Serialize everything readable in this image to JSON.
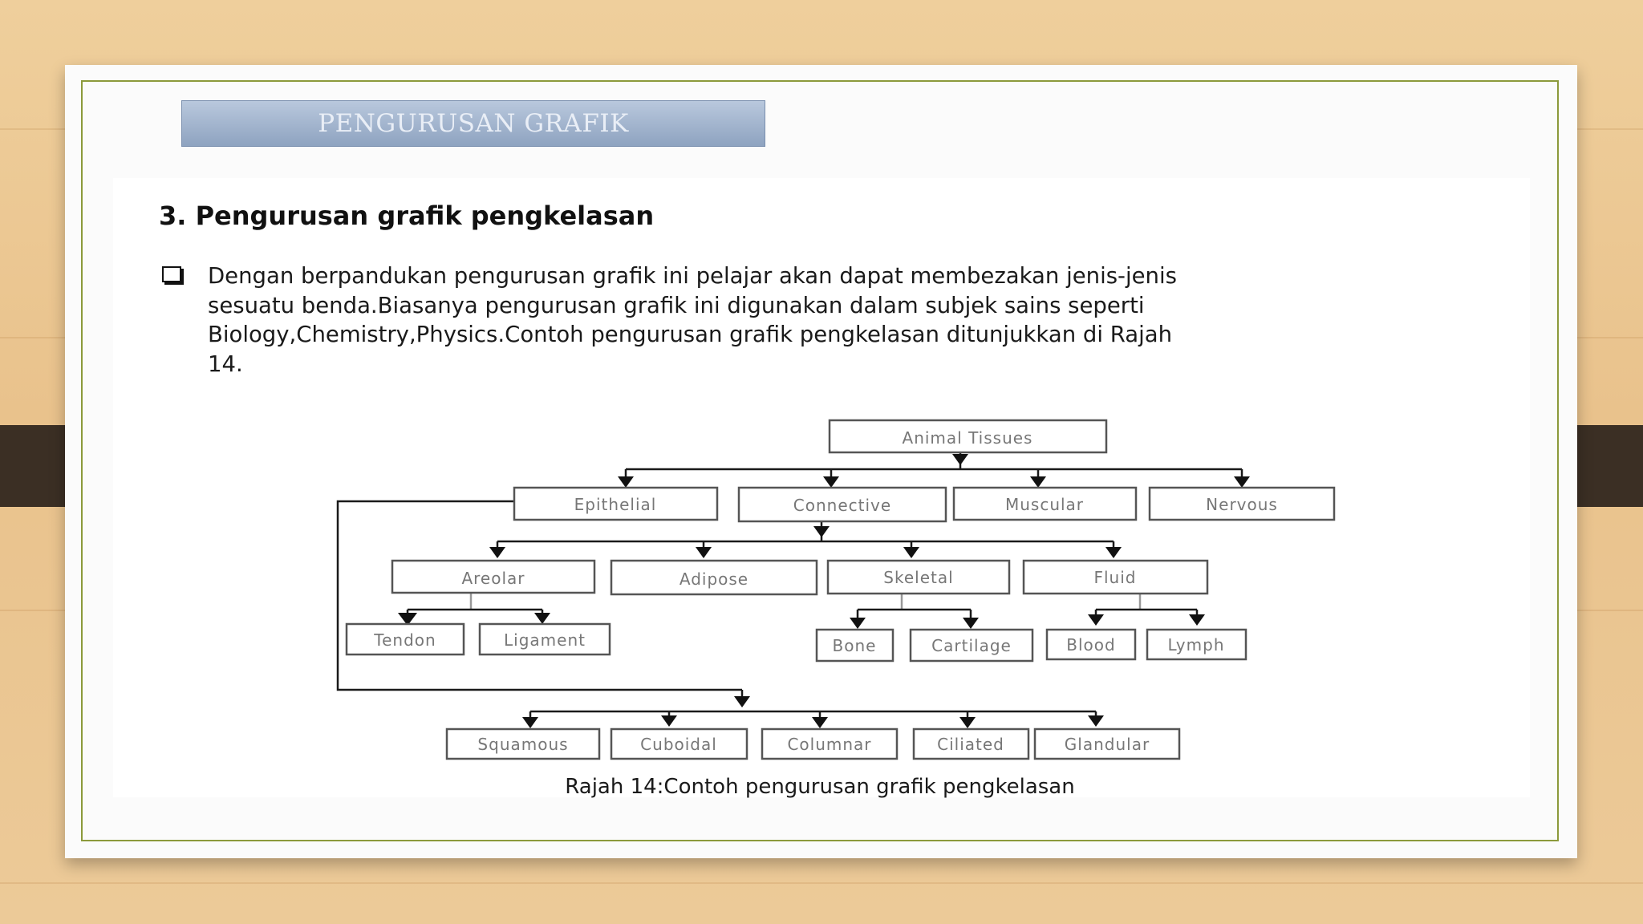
{
  "slide": {
    "title": "PENGURUSAN GRAFIK",
    "heading": "3.  Pengurusan grafik pengkelasan",
    "paragraph_lines": [
      "Dengan berpandukan pengurusan grafik ini pelajar akan dapat membezakan jenis-jenis",
      "sesuatu benda.Biasanya pengurusan grafik ini digunakan dalam subjek sains seperti",
      "Biology,Chemistry,Physics.Contoh pengurusan grafik pengkelasan ditunjukkan di Rajah",
      "14."
    ],
    "caption": "Rajah 14:Contoh pengurusan grafik pengkelasan"
  },
  "diagram": {
    "root": "Animal Tissues",
    "level1": [
      "Epithelial",
      "Connective",
      "Muscular",
      "Nervous"
    ],
    "connective_types": [
      "Areolar",
      "Adipose",
      "Skeletal",
      "Fluid"
    ],
    "areolar_types": [
      "Tendon",
      "Ligament"
    ],
    "skeletal_types": [
      "Bone",
      "Cartilage"
    ],
    "fluid_types": [
      "Blood",
      "Lymph"
    ],
    "epithelial_types": [
      "Squamous",
      "Cuboidal",
      "Columnar",
      "Ciliated",
      "Glandular"
    ]
  },
  "colors": {
    "title_bar": "#8ea3c0",
    "frame_border": "#8c9a3b",
    "background_wood": "#e9c28c"
  }
}
